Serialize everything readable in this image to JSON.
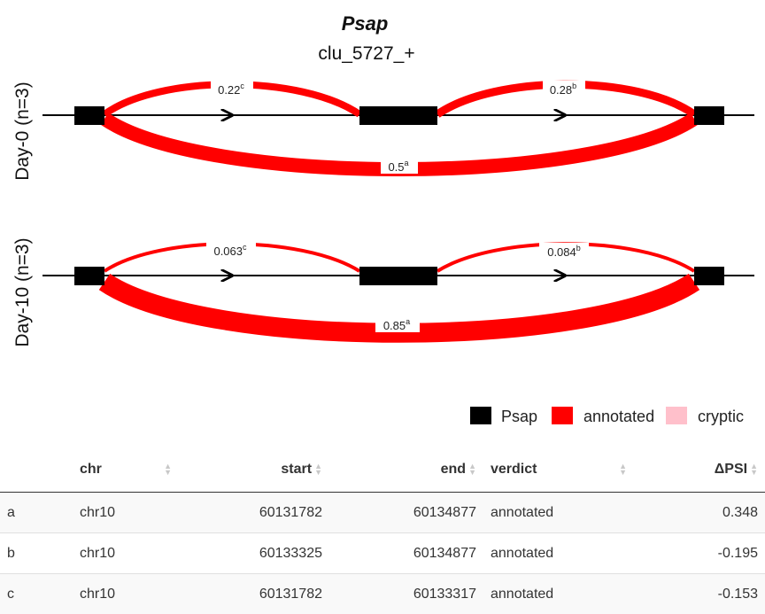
{
  "title": "Psap",
  "subtitle": "clu_5727_+",
  "colors": {
    "gene": "#000000",
    "annotated": "#ff0000",
    "cryptic": "#ffc0cb"
  },
  "facets": [
    {
      "label": "Day-0 (n=3)",
      "junctions": [
        {
          "value": "0.22",
          "id": "c",
          "from": "exon1",
          "to": "exon2",
          "side": "top"
        },
        {
          "value": "0.28",
          "id": "b",
          "from": "exon2",
          "to": "exon3",
          "side": "top"
        },
        {
          "value": "0.5",
          "id": "a",
          "from": "exon1",
          "to": "exon3",
          "side": "bottom"
        }
      ]
    },
    {
      "label": "Day-10 (n=3)",
      "junctions": [
        {
          "value": "0.063",
          "id": "c",
          "from": "exon1",
          "to": "exon2",
          "side": "top"
        },
        {
          "value": "0.084",
          "id": "b",
          "from": "exon2",
          "to": "exon3",
          "side": "top"
        },
        {
          "value": "0.85",
          "id": "a",
          "from": "exon1",
          "to": "exon3",
          "side": "bottom"
        }
      ]
    }
  ],
  "legend": [
    {
      "label": "Psap",
      "color": "#000000"
    },
    {
      "label": "annotated",
      "color": "#ff0000"
    },
    {
      "label": "cryptic",
      "color": "#ffc0cb"
    }
  ],
  "table": {
    "columns": [
      "",
      "chr",
      "start",
      "end",
      "verdict",
      "ΔPSI"
    ],
    "rows": [
      [
        "a",
        "chr10",
        "60131782",
        "60134877",
        "annotated",
        "0.348"
      ],
      [
        "b",
        "chr10",
        "60133325",
        "60134877",
        "annotated",
        "-0.195"
      ],
      [
        "c",
        "chr10",
        "60131782",
        "60133317",
        "annotated",
        "-0.153"
      ]
    ]
  }
}
